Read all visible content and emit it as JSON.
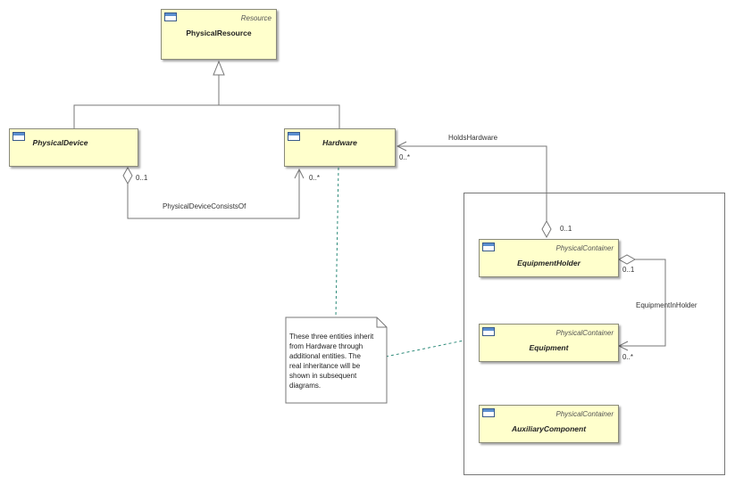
{
  "classes": {
    "physical_resource": {
      "name": "PhysicalResource",
      "stereotype": "Resource"
    },
    "physical_device": {
      "name": "PhysicalDevice"
    },
    "hardware": {
      "name": "Hardware"
    },
    "equipment_holder": {
      "name": "EquipmentHolder",
      "stereotype": "PhysicalContainer"
    },
    "equipment": {
      "name": "Equipment",
      "stereotype": "PhysicalContainer"
    },
    "auxiliary_component": {
      "name": "AuxiliaryComponent",
      "stereotype": "PhysicalContainer"
    }
  },
  "associations": {
    "physical_device_consists_of": {
      "label": "PhysicalDeviceConsistsOf",
      "source_multiplicity": "0..1",
      "target_multiplicity": "0..*"
    },
    "holds_hardware": {
      "label": "HoldsHardware",
      "hardware_multiplicity": "0..*",
      "holder_multiplicity": "0..1"
    },
    "equipment_in_holder": {
      "label": "EquipmentInHolder",
      "holder_multiplicity": "0..1",
      "equipment_multiplicity": "0..*"
    }
  },
  "note": {
    "text": "These three entities inherit\nfrom Hardware through\nadditional entities.   The\nreal inheritance will be\nshown in subsequent\ndiagrams."
  },
  "colors": {
    "class_fill": "#ffffcc",
    "class_icon": "#5b8fd0",
    "line": "#777777",
    "note_link": "#2e8b7a"
  }
}
